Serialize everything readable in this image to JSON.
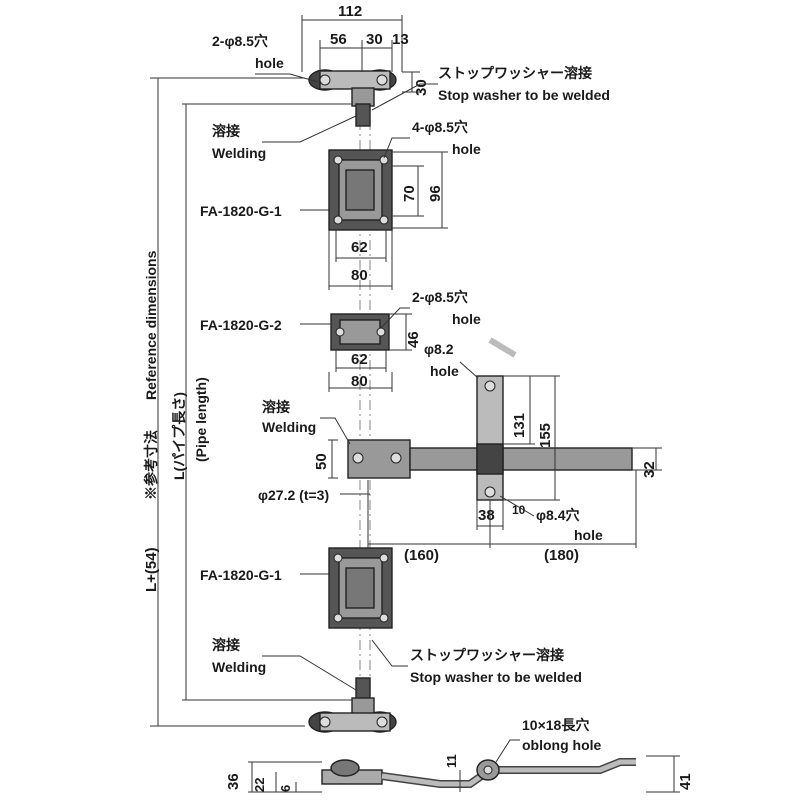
{
  "top_dims": {
    "total": "112",
    "d56": "56",
    "d30": "30",
    "d13": "13",
    "h30": "30"
  },
  "holes_top": {
    "spec": "2-φ8.5穴",
    "en": "hole"
  },
  "stop_washer_top": {
    "jp": "ストップワッシャー溶接",
    "en": "Stop washer to be welded"
  },
  "welding_top": {
    "jp": "溶接",
    "en": "Welding"
  },
  "holes_g1": {
    "spec": "4-φ8.5穴",
    "en": "hole"
  },
  "part_g1_top": {
    "label": "FA-1820-G-1",
    "h70": "70",
    "h96": "96",
    "w62": "62",
    "w80": "80"
  },
  "holes_g2": {
    "spec": "2-φ8.5穴",
    "en": "hole"
  },
  "part_g2": {
    "label": "FA-1820-G-2",
    "h46": "46",
    "w62": "62",
    "w80": "80"
  },
  "handle": {
    "hole_spec": "φ8.2",
    "hole_en": "hole",
    "d131": "131",
    "d155": "155",
    "d32": "32",
    "d38": "38",
    "d10": "10",
    "hole2_spec": "φ8.4穴",
    "hole2_en": "hole",
    "d160": "(160)",
    "d180": "(180)"
  },
  "welding_mid": {
    "jp": "溶接",
    "en": "Welding",
    "h50": "50",
    "pipe": "φ27.2 (t=3)"
  },
  "part_g1_bottom": {
    "label": "FA-1820-G-1"
  },
  "welding_bottom": {
    "jp": "溶接",
    "en": "Welding"
  },
  "stop_washer_bottom": {
    "jp": "ストップワッシャー溶接",
    "en": "Stop washer to be welded"
  },
  "left_dims": {
    "overall": "L+(54)",
    "reference_jp": "※参考寸法",
    "reference_en": "Reference dimensions",
    "pipe_jp": "L(パイプ長さ)",
    "pipe_en": "(Pipe length)"
  },
  "side_view": {
    "d36": "36",
    "d22": "22",
    "d6": "6",
    "d11": "11",
    "d41": "41",
    "slot_spec": "10×18長穴",
    "slot_en": "oblong hole"
  }
}
